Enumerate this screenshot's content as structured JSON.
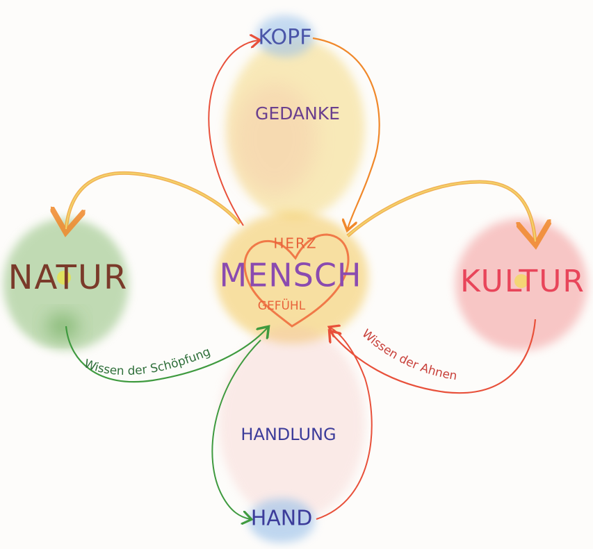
{
  "labels": {
    "top": "KOPF",
    "upper_petal": "GEDANKE",
    "left": "NATUR",
    "center_top": "HERZ",
    "center": "MENSCH",
    "center_bottom": "GEFÜHL",
    "right": "KULTUR",
    "lower_petal": "HANDLUNG",
    "bottom": "HAND"
  },
  "arcs": {
    "left_lower": "Wissen der Schöpfung",
    "right_lower": "Wissen der Ahnen"
  },
  "colors": {
    "kopf": "#4a55a8",
    "gedanke": "#6a3f8e",
    "natur": "#7a3a2a",
    "herz": "#e8623a",
    "mensch": "#8a4bb0",
    "gefuehl": "#e8623a",
    "kultur": "#e8455a",
    "handlung": "#3c3c9a",
    "hand": "#3c3c9a",
    "arrow_red": "#e8503a",
    "arrow_orange": "#f0882a",
    "arrow_green": "#3f9a3f",
    "glow_yellow": "#f3d36a",
    "glow_green": "#8fbf7a",
    "glow_red": "#f39a9a",
    "glow_blue": "#9ec3ea"
  }
}
